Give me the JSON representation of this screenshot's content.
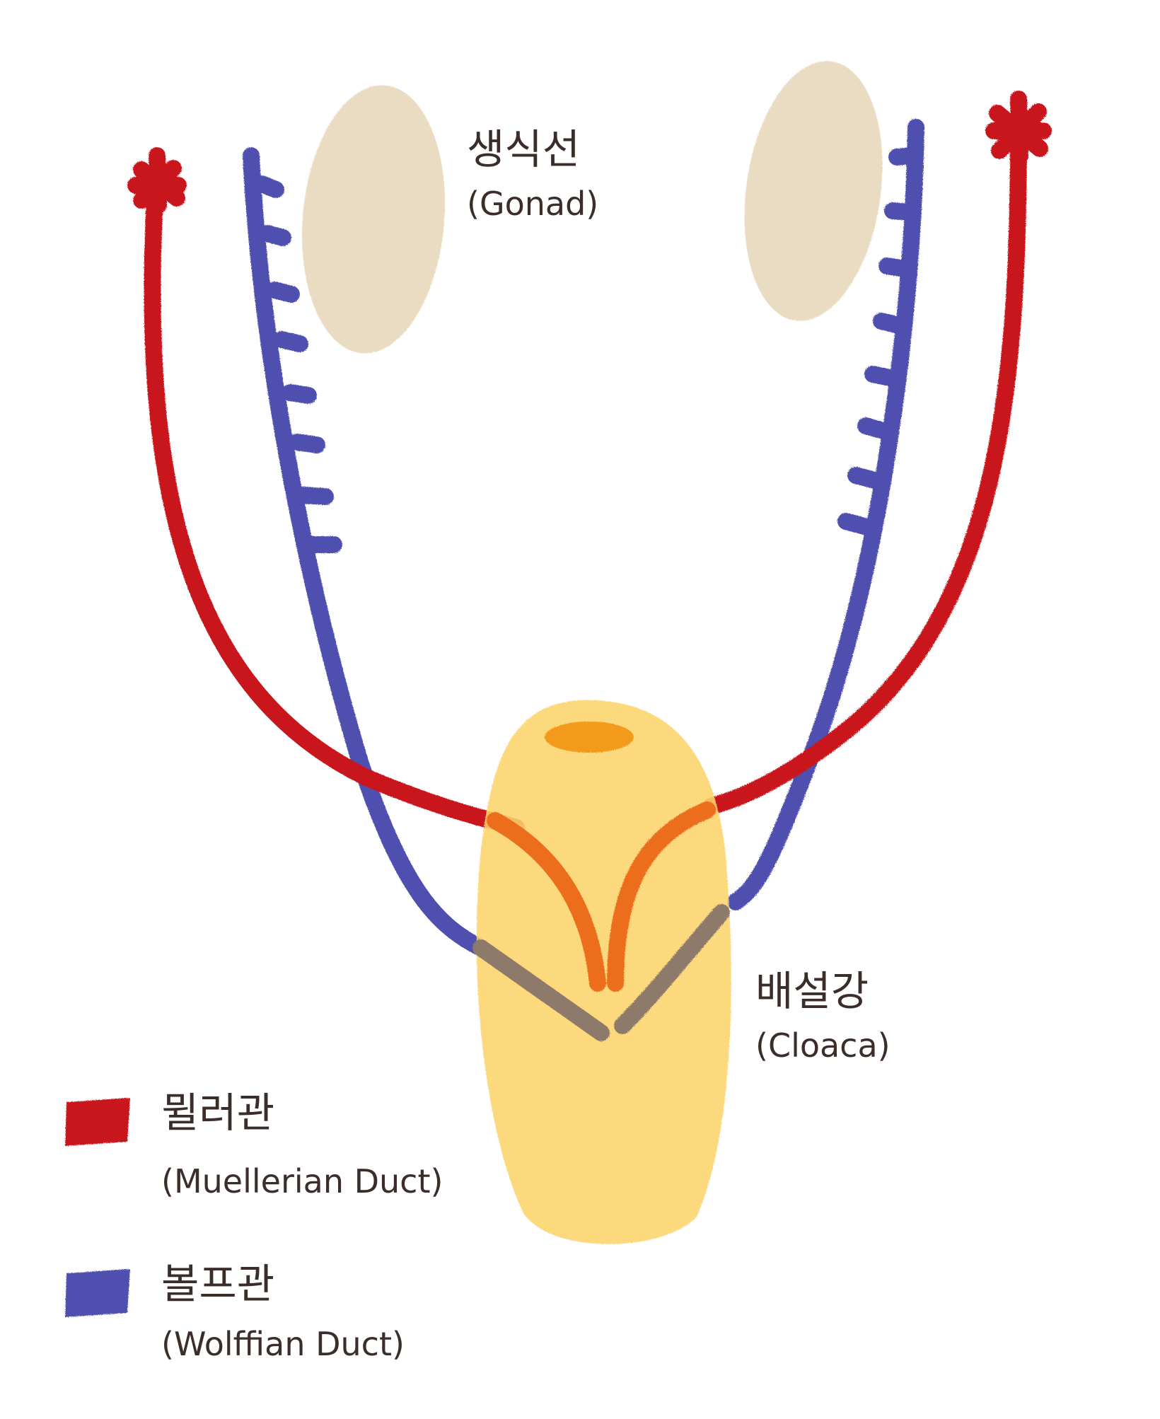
{
  "labels": {
    "gonad": {
      "ko": "생식선",
      "en": "(Gonad)"
    },
    "cloaca": {
      "ko": "배설강",
      "en": "(Cloaca)"
    }
  },
  "legend": [
    {
      "ko": "뮐러관",
      "en": "(Muellerian Duct)",
      "color": "#c8191f"
    },
    {
      "ko": "볼프관",
      "en": "(Wolffian Duct)",
      "color": "#4f4fb0"
    }
  ],
  "colors": {
    "muellerian": "#c8191f",
    "wolffian": "#4f4fb0",
    "gonad": "#eadcc3",
    "cloaca": "#fcd46b",
    "cloaca_opening": "#f39a1c",
    "text": "#3b2e2a"
  }
}
